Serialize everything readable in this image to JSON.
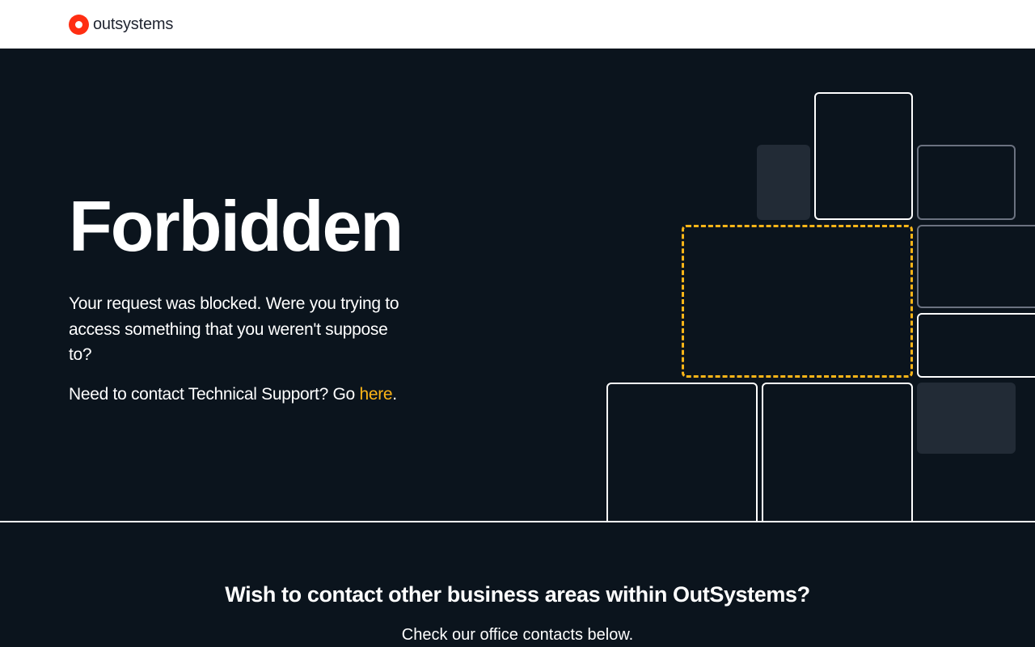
{
  "header": {
    "logo_text": "outsystems"
  },
  "hero": {
    "title": "Forbidden",
    "description": "Your request was blocked. Were you trying to access something that you weren't suppose to?",
    "support_prefix": "Need to contact Technical Support? Go ",
    "support_link": "here",
    "support_suffix": "."
  },
  "contact": {
    "title": "Wish to contact other business areas within OutSystems?",
    "subtitle": "Check our office contacts below."
  },
  "colors": {
    "background": "#0b141d",
    "brand_red": "#ff2e12",
    "accent_yellow": "#fdb517",
    "tile_fill": "#222b36"
  }
}
